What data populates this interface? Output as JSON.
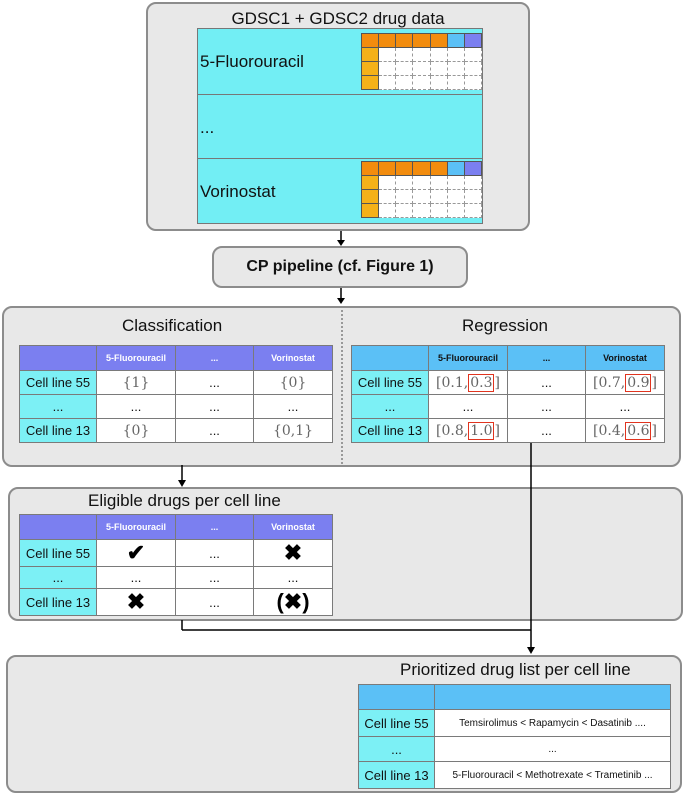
{
  "top_box": {
    "title": "GDSC1 + GDSC2 drug data",
    "drugs": [
      "5-Fluorouracil",
      "...",
      "Vorinostat"
    ]
  },
  "pipeline": {
    "label": "CP pipeline (cf. Figure 1)"
  },
  "classification": {
    "title": "Classification",
    "headers": [
      "",
      "5-Fluorouracil",
      "...",
      "Vorinostat"
    ],
    "rows": [
      [
        "Cell line 55",
        "{1}",
        "...",
        "{0}"
      ],
      [
        "...",
        "...",
        "...",
        "..."
      ],
      [
        "Cell line 13",
        "{0}",
        "...",
        "{0,1}"
      ]
    ]
  },
  "regression": {
    "title": "Regression",
    "headers": [
      "",
      "5-Fluorouracil",
      "...",
      "Vorinostat"
    ],
    "rows": [
      {
        "label": "Cell line 55",
        "c1a": "[0.1,",
        "c1b": "0.3",
        "c2": "...",
        "c3a": "[0.7,",
        "c3b": "0.9"
      },
      {
        "label": "...",
        "c1": "...",
        "c2": "...",
        "c3": "..."
      },
      {
        "label": "Cell line 13",
        "c1a": "[0.8,",
        "c1b": "1.0",
        "c2": "...",
        "c3a": "[0.4,",
        "c3b": "0.6"
      }
    ],
    "bracket_close": "]"
  },
  "eligible": {
    "title": "Eligible drugs per cell line",
    "headers": [
      "",
      "5-Fluorouracil",
      "...",
      "Vorinostat"
    ],
    "rows": [
      [
        "Cell line 55",
        "✔",
        "...",
        "✖"
      ],
      [
        "...",
        "...",
        "...",
        "..."
      ],
      [
        "Cell line 13",
        "✖",
        "...",
        "(✖)"
      ]
    ]
  },
  "prioritized": {
    "title": "Prioritized drug list per cell line",
    "rows": [
      [
        "Cell line 55",
        "Temsirolimus < Rapamycin < Dasatinib ...."
      ],
      [
        "...",
        "..."
      ],
      [
        "Cell line 13",
        "5-Fluorouracil < Methotrexate < Trametinib ..."
      ]
    ]
  },
  "colors": {
    "box_bg": "#e8e8e8",
    "cyan": "#72eef4",
    "header_blue": "#5bc0f6",
    "header_purple": "#7b7ff0",
    "orange": "#f28c0e",
    "highlight_red": "#e0341f"
  }
}
